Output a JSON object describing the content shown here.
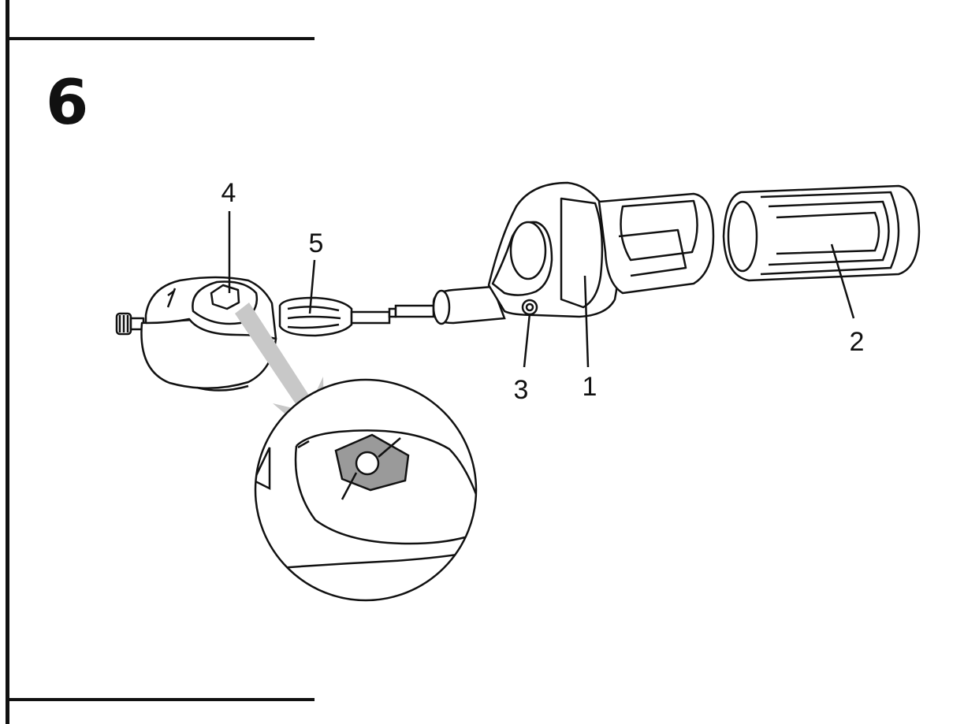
{
  "step": {
    "number": "6"
  },
  "callouts": {
    "c1": "1",
    "c2": "2",
    "c3": "3",
    "c4": "4",
    "c5": "5"
  },
  "parts": {
    "p1": "throttle-housing-icon",
    "p2": "handlebar-grip-icon",
    "p3": "set-screw-icon",
    "p4": "brake-lever-clamp-icon",
    "p5": "adjuster-barrel-icon",
    "detail": "hex-nut-detail-icon"
  },
  "colors": {
    "line": "#111111",
    "arrow": "#c8c8c8",
    "shade": "#9a9a9a"
  }
}
